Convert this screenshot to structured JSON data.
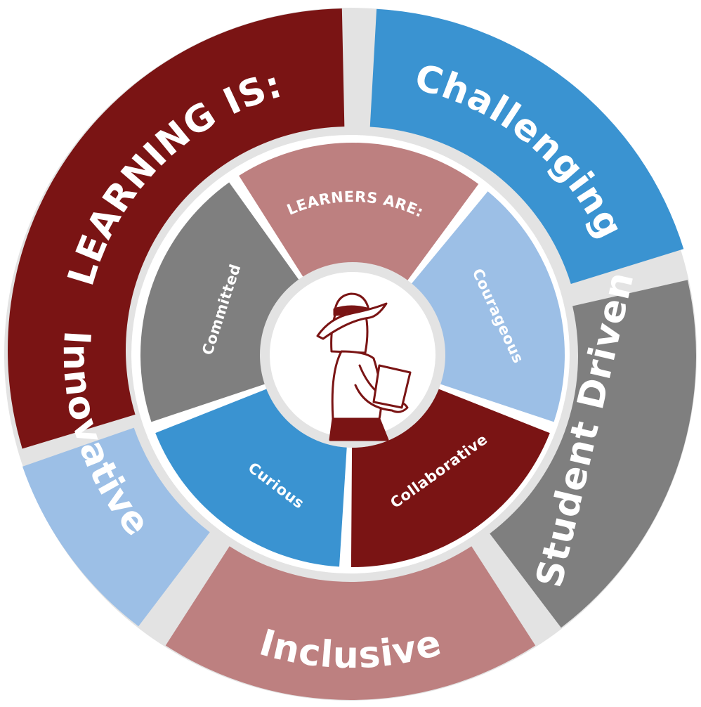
{
  "outer_ring": {
    "items": [
      {
        "label": "LEARNING IS:",
        "color": "#7a1414"
      },
      {
        "label": "Challenging",
        "color": "#3a93d1"
      },
      {
        "label": "Student Driven",
        "color": "#7f7f7f"
      },
      {
        "label": "Inclusive",
        "color": "#bd8080"
      },
      {
        "label": "Innovative",
        "color": "#9cbfe6"
      }
    ]
  },
  "inner_ring": {
    "items": [
      {
        "label": "LEARNERS ARE:",
        "color": "#bd8080"
      },
      {
        "label": "Courageous",
        "color": "#9cbfe6"
      },
      {
        "label": "Collaborative",
        "color": "#7a1414"
      },
      {
        "label": "Curious",
        "color": "#3a93d1"
      },
      {
        "label": "Committed",
        "color": "#7f7f7f"
      }
    ]
  },
  "colors": {
    "ring_border": "#e3e3e3",
    "center_bg": "#ffffff",
    "figure_stroke": "#7a1414"
  },
  "center_icon": "student-with-hat-icon"
}
